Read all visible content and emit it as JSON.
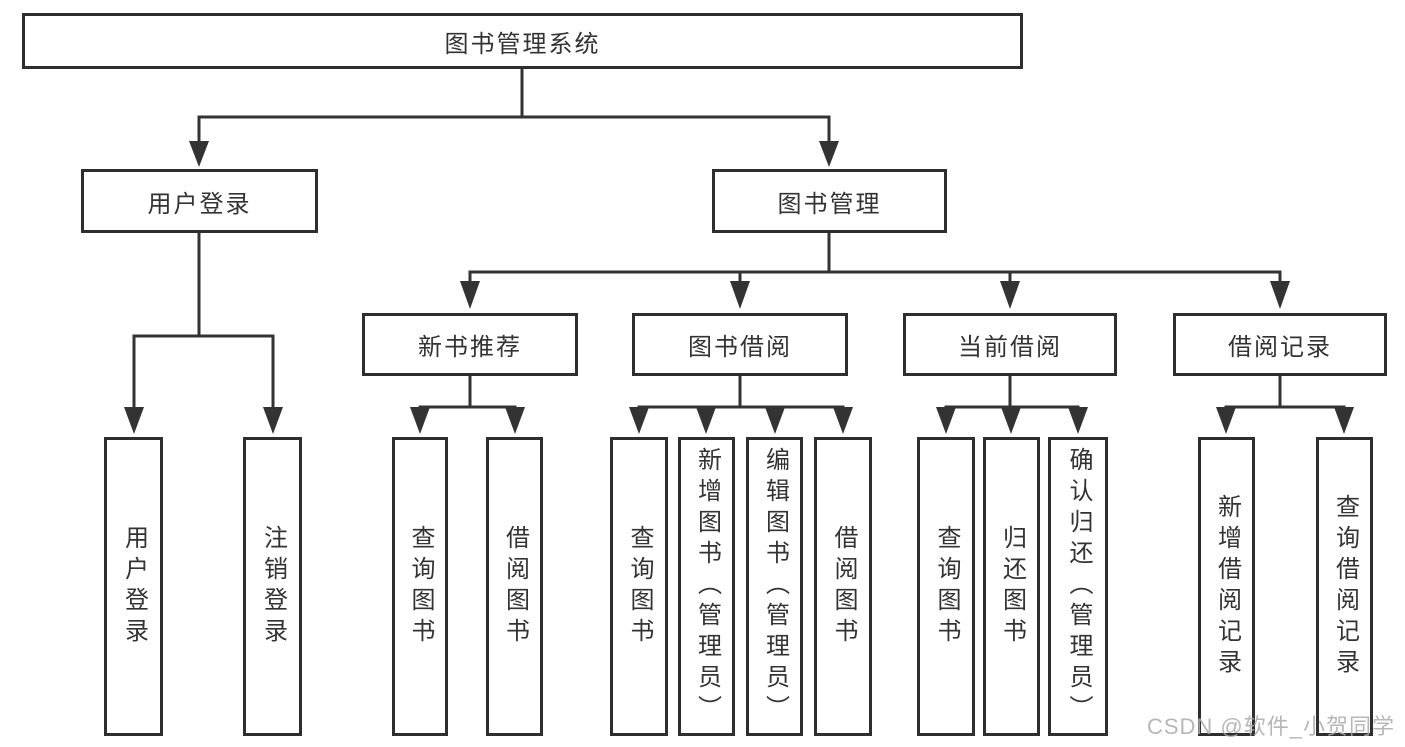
{
  "tree": {
    "label": "图书管理系统",
    "children": [
      {
        "label": "用户登录",
        "children": [
          {
            "label": "用户登录"
          },
          {
            "label": "注销登录"
          }
        ]
      },
      {
        "label": "图书管理",
        "children": [
          {
            "label": "新书推荐",
            "children": [
              {
                "label": "查询图书"
              },
              {
                "label": "借阅图书"
              }
            ]
          },
          {
            "label": "图书借阅",
            "children": [
              {
                "label": "查询图书"
              },
              {
                "label": "新增图书（管理员）"
              },
              {
                "label": "编辑图书（管理员）"
              },
              {
                "label": "借阅图书"
              }
            ]
          },
          {
            "label": "当前借阅",
            "children": [
              {
                "label": "查询图书"
              },
              {
                "label": "归还图书"
              },
              {
                "label": "确认归还（管理员）"
              }
            ]
          },
          {
            "label": "借阅记录",
            "children": [
              {
                "label": "新增借阅记录"
              },
              {
                "label": "查询借阅记录"
              }
            ]
          }
        ]
      }
    ]
  },
  "watermark": "CSDN @软件_小贺同学",
  "colors": {
    "line": "#333333",
    "box_border": "#2e2e2e",
    "text": "#333333",
    "watermark": "#aaaaaa",
    "background": "#ffffff"
  }
}
